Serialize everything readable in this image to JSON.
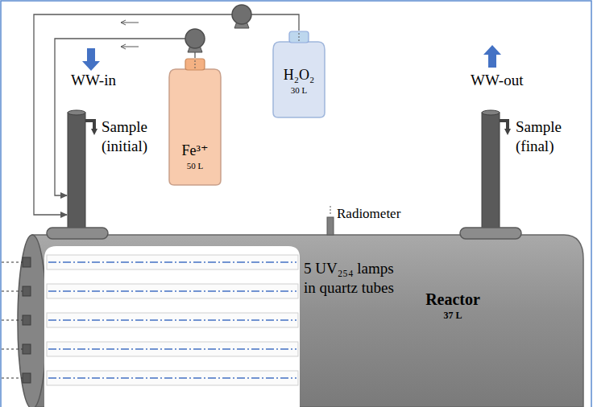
{
  "diagram": {
    "nodes": [
      {
        "text": [
          "Fe³⁺",
          "50 L"
        ]
      },
      {
        "text": [
          "H₂O₂",
          "30 L"
        ]
      },
      {
        "text": [
          "Reactor",
          "37 L"
        ]
      },
      {
        "text": [
          "5 UV₂₅₄ lamps in quartz tubes"
        ],
        "in": 2
      }
    ],
    "edges": [
      {
        "from": 0,
        "to": 2,
        "arrow": "to"
      },
      {
        "from": 1,
        "to": 2,
        "arrow": "to"
      }
    ],
    "labels": [
      "WW-in",
      "Sample (initial)",
      "Radiometer",
      "WW-out",
      "Sample (final)"
    ]
  }
}
